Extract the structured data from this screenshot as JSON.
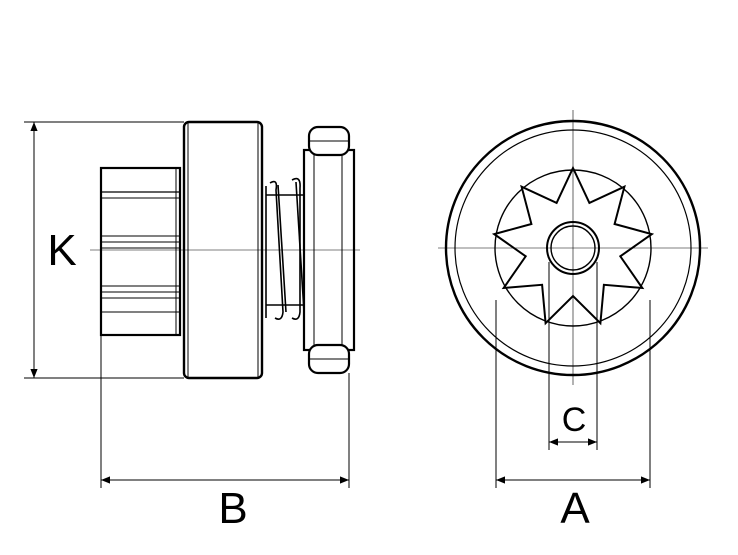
{
  "diagram": {
    "labels": {
      "height": "K",
      "length": "B",
      "outer_diameter": "A",
      "bore": "C"
    },
    "pinion": {
      "teeth": 9
    }
  }
}
